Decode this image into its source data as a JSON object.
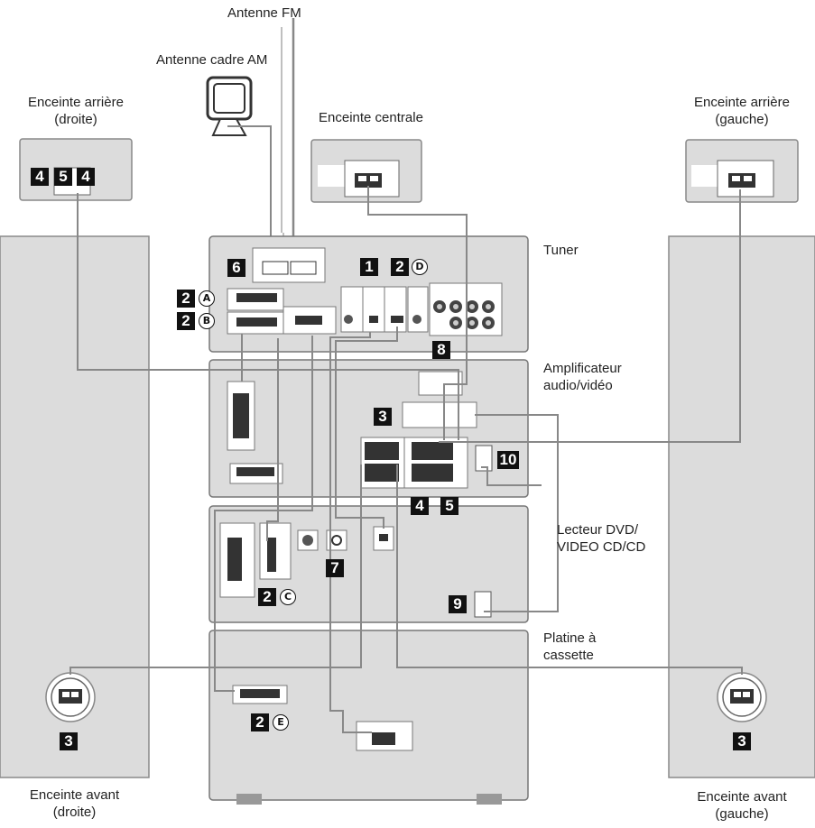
{
  "labels": {
    "antenna_fm": "Antenne FM",
    "antenna_am": "Antenne cadre AM",
    "rear_right_1": "Enceinte arrière",
    "rear_right_2": "(droite)",
    "center": "Enceinte centrale",
    "rear_left_1": "Enceinte arrière",
    "rear_left_2": "(gauche)",
    "tuner": "Tuner",
    "amp_1": "Amplificateur",
    "amp_2": "audio/vidéo",
    "dvd_1": "Lecteur DVD/",
    "dvd_2": "VIDEO CD/CD",
    "cassette_1": "Platine à",
    "cassette_2": "cassette",
    "front_right_1": "Enceinte avant",
    "front_right_2": "(droite)",
    "front_left_1": "Enceinte avant",
    "front_left_2": "(gauche)"
  },
  "badges": {
    "b4a": "4",
    "b5a": "5",
    "b4b": "4",
    "b6": "6",
    "b1": "1",
    "b2d": "2",
    "b2a": "2",
    "b2b": "2",
    "b8": "8",
    "b3amp": "3",
    "b10": "10",
    "b4amp": "4",
    "b5amp": "5",
    "b7": "7",
    "b2c": "2",
    "b9": "9",
    "b3left": "3",
    "b2e": "2",
    "b3right": "3"
  },
  "circles": {
    "A": "A",
    "B": "B",
    "C": "C",
    "D": "D",
    "E": "E"
  }
}
